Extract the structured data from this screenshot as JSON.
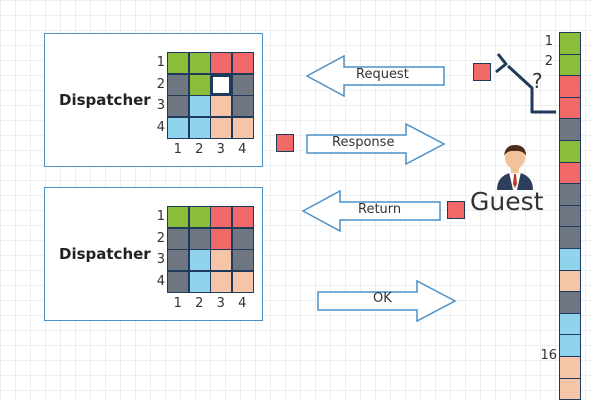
{
  "top_dispatcher": {
    "label": "Dispatcher",
    "row_numbers": [
      "1",
      "2",
      "3",
      "4"
    ],
    "col_numbers": [
      "1",
      "2",
      "3",
      "4"
    ],
    "cells": [
      [
        "green",
        "green",
        "red",
        "red"
      ],
      [
        "gray",
        "green",
        "white",
        "gray"
      ],
      [
        "gray",
        "blue",
        "peach",
        "gray"
      ],
      [
        "blue",
        "blue",
        "peach",
        "peach"
      ]
    ],
    "highlighted_cell": {
      "row": 2,
      "col": 3
    }
  },
  "bottom_dispatcher": {
    "label": "Dispatcher",
    "row_numbers": [
      "1",
      "2",
      "3",
      "4"
    ],
    "col_numbers": [
      "1",
      "2",
      "3",
      "4"
    ],
    "cells": [
      [
        "green",
        "green",
        "red",
        "red"
      ],
      [
        "gray",
        "gray",
        "red",
        "gray"
      ],
      [
        "gray",
        "blue",
        "peach",
        "gray"
      ],
      [
        "gray",
        "blue",
        "peach",
        "peach"
      ]
    ]
  },
  "arrows": {
    "request": "Request",
    "response": "Response",
    "return": "Return",
    "ok": "OK"
  },
  "guest": {
    "label": "Guest",
    "question": "?"
  },
  "queue": {
    "first_label": "1",
    "second_label": "2",
    "last_label": "16",
    "segments": [
      "green",
      "green",
      "red",
      "red",
      "gray",
      "green",
      "red",
      "gray",
      "gray",
      "gray",
      "blue",
      "peach",
      "gray",
      "blue",
      "blue",
      "peach",
      "peach"
    ]
  },
  "colors": {
    "green": "#8bbd3c",
    "red": "#f06868",
    "gray": "#6e7781",
    "blue": "#8fd3ec",
    "peach": "#f6c5a8",
    "white": "#ffffff",
    "navy": "#1f3a5a",
    "box_border": "#4a90c8",
    "arrow_stroke": "#4a90c8"
  }
}
